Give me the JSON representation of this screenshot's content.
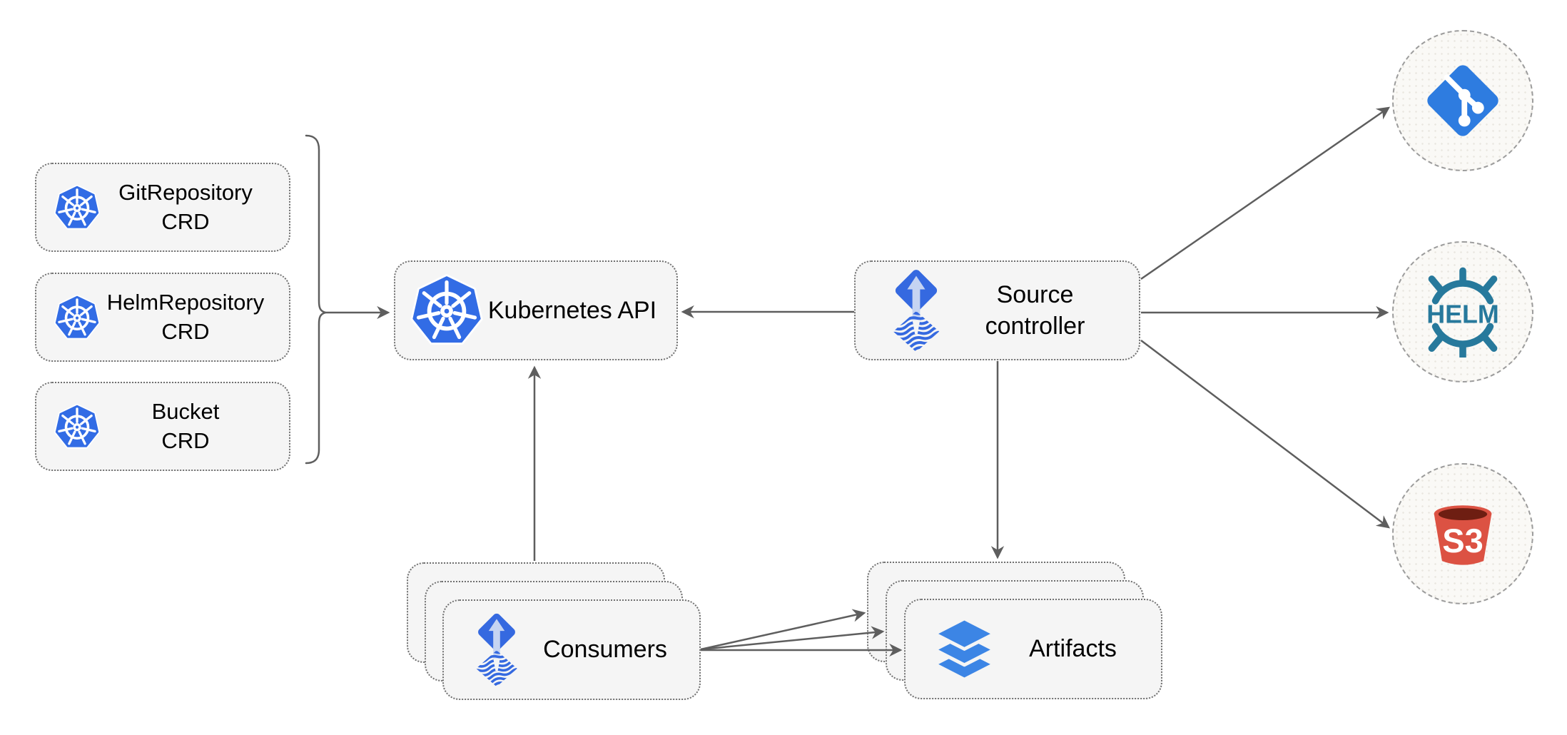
{
  "nodes": {
    "crd_list": [
      {
        "line1": "GitRepository",
        "line2": "CRD"
      },
      {
        "line1": "HelmRepository",
        "line2": "CRD"
      },
      {
        "line1": "Bucket",
        "line2": "CRD"
      }
    ],
    "kubernetes_api": {
      "label": "Kubernetes API"
    },
    "source_controller": {
      "line1": "Source",
      "line2": "controller"
    },
    "consumers": {
      "label": "Consumers"
    },
    "artifacts": {
      "label": "Artifacts"
    }
  },
  "external_targets": {
    "git": {
      "icon": "git-icon"
    },
    "helm": {
      "icon": "helm-icon",
      "label": "HELM"
    },
    "s3": {
      "icon": "s3-bucket-icon",
      "label": "S3"
    }
  },
  "icons": {
    "kubernetes": "kubernetes-icon",
    "flux": "flux-icon",
    "layers": "layers-icon",
    "git": "git-icon",
    "helm": "helm-icon",
    "s3": "s3-bucket-icon"
  },
  "colors": {
    "kubernetes_blue": "#326CE5",
    "flux_blue": "#3569E0",
    "flux_arrow_light": "#C5D4F2",
    "git_blue": "#2E7CE0",
    "helm_teal": "#27799C",
    "s3_red": "#DC5243",
    "s3_dark_top": "#6E1E12",
    "layers_blue": "#3C85E5",
    "node_fill": "#F5F5F5",
    "node_border": "#707070",
    "circle_fill": "#FAF9F6",
    "circle_border": "#9C9C9C",
    "arrow_gray": "#5E5E5E",
    "text": "#000000"
  }
}
